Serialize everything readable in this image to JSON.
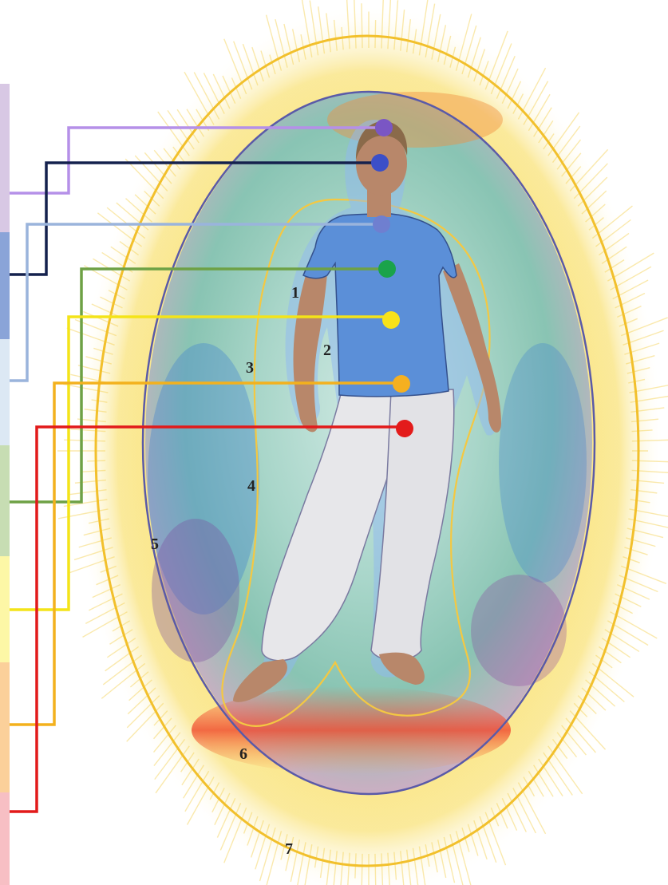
{
  "figure": {
    "layer_numbers": [
      "1",
      "2",
      "3",
      "4",
      "5",
      "6",
      "7"
    ]
  },
  "chakras": [
    {
      "id": "crown",
      "color": "#7a56c4",
      "strip_color": "#d8c8e4",
      "line_color": "#b590e8"
    },
    {
      "id": "third-eye",
      "color": "#3b4fc8",
      "strip_color": "#8aa4d8",
      "line_color": "#14214d"
    },
    {
      "id": "throat",
      "color": "#6f7fd0",
      "strip_color": "#dce8f4",
      "line_color": "#9ab4dc"
    },
    {
      "id": "heart",
      "color": "#1aa34a",
      "strip_color": "#c7ddb3",
      "line_color": "#6ea145"
    },
    {
      "id": "solar-plexus",
      "color": "#f7e21a",
      "strip_color": "#fdf7a6",
      "line_color": "#f4e418"
    },
    {
      "id": "sacral",
      "color": "#f5b020",
      "strip_color": "#fbd09a",
      "line_color": "#f3b11d"
    },
    {
      "id": "root",
      "color": "#e31b1b",
      "strip_color": "#f7bfc4",
      "line_color": "#e21a1a"
    }
  ],
  "colors": {
    "aura_outer": "#f2c02c",
    "aura_inner_outline": "#5a5aa8",
    "shirt": "#5b8fd8",
    "pants": "#e7e7ea",
    "skin": "#b8876a"
  }
}
